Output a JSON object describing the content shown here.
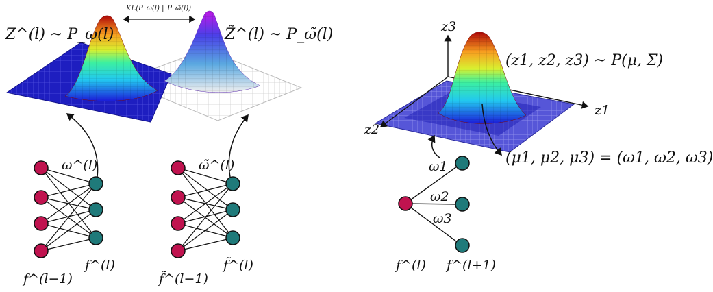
{
  "left_panel": {
    "dist_label": "Z^(l) ~ P_ω(l)",
    "dist_label_tilde": "Z̃^(l) ~ P_ω̃(l)",
    "kl_label": "KL(P_ω(l) ‖ P_ω̃(l))",
    "weight_label": "ω^(l)",
    "weight_label_tilde": "ω̃^(l)",
    "input_label": "f^(l−1)",
    "output_label": "f^(l)",
    "input_label_tilde": "f̃^(l−1)",
    "output_label_tilde": "f̃^(l)"
  },
  "right_panel": {
    "axis_z1": "z1",
    "axis_z2": "z2",
    "axis_z3": "z3",
    "joint_label": "(z1, z2, z3) ~ P(μ, Σ)",
    "mean_label": "(μ1, μ2, μ3) = (ω1, ω2, ω3)",
    "w1": "ω1",
    "w2": "ω2",
    "w3": "ω3",
    "input_label": "f^(l)",
    "output_label": "f^(l+1)"
  },
  "colors": {
    "input_node": "#c0134f",
    "output_node": "#1f7a7a",
    "grid_base": "#2a2ab8",
    "grid_base_light": "#6a6ae0",
    "grid_ghost": "#d5d5d5"
  },
  "icon_names": [
    "neuron-node",
    "arrow-curved",
    "gaussian-surface"
  ]
}
